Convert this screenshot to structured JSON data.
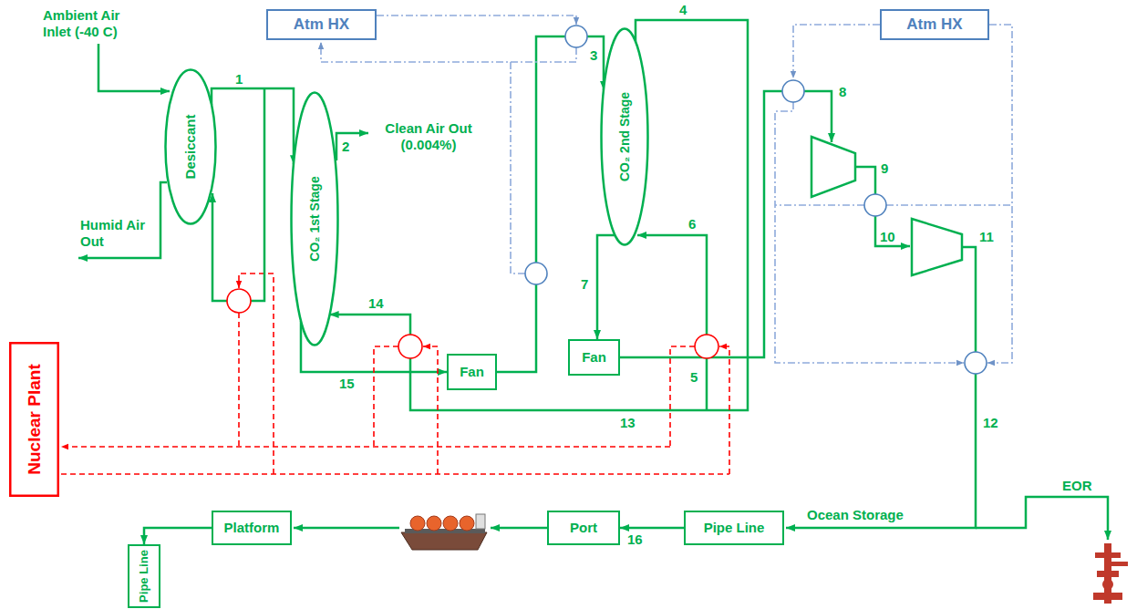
{
  "diagram": {
    "nodes": [
      {
        "text": [
          "Atm HX"
        ]
      },
      {
        "text": [
          "Atm HX"
        ]
      },
      {
        "text": [
          "Desiccant"
        ]
      },
      {
        "text": [
          "CO₂ 1st Stage"
        ]
      },
      {
        "text": [
          "CO₂ 2nd Stage"
        ]
      },
      {
        "text": [
          "Fan"
        ]
      },
      {
        "text": [
          "Fan"
        ]
      },
      {
        "text": [
          "Nuclear Plant"
        ]
      },
      {
        "text": [
          "Pipe Line"
        ]
      },
      {
        "text": [
          "Port"
        ]
      },
      {
        "text": [
          "Platform"
        ]
      },
      {
        "text": [
          "Pipe Line"
        ]
      }
    ],
    "edges": [
      {
        "from": 2,
        "to": 3,
        "arrow": "to",
        "label": "1"
      },
      {
        "from": 3,
        "to": 5,
        "arrow": "to",
        "label": "15"
      },
      {
        "from": 5,
        "to": 4,
        "arrow": "to",
        "label": "3"
      },
      {
        "from": 4,
        "to": 6,
        "arrow": "to",
        "label": "7"
      },
      {
        "from": 4,
        "to": 3,
        "arrow": "to",
        "label": "13"
      },
      {
        "from": 8,
        "to": 9,
        "arrow": "to",
        "label": "16"
      },
      {
        "from": 10,
        "to": 11,
        "arrow": "to"
      }
    ],
    "labels": [
      "Ambient Air Inlet (-40 C)",
      "Clean Air Out (0.004%)",
      "Humid Air Out",
      "2",
      "4",
      "14",
      "5",
      "6",
      "8",
      "9",
      "10",
      "11",
      "12",
      "Ocean Storage",
      "EOR"
    ]
  }
}
